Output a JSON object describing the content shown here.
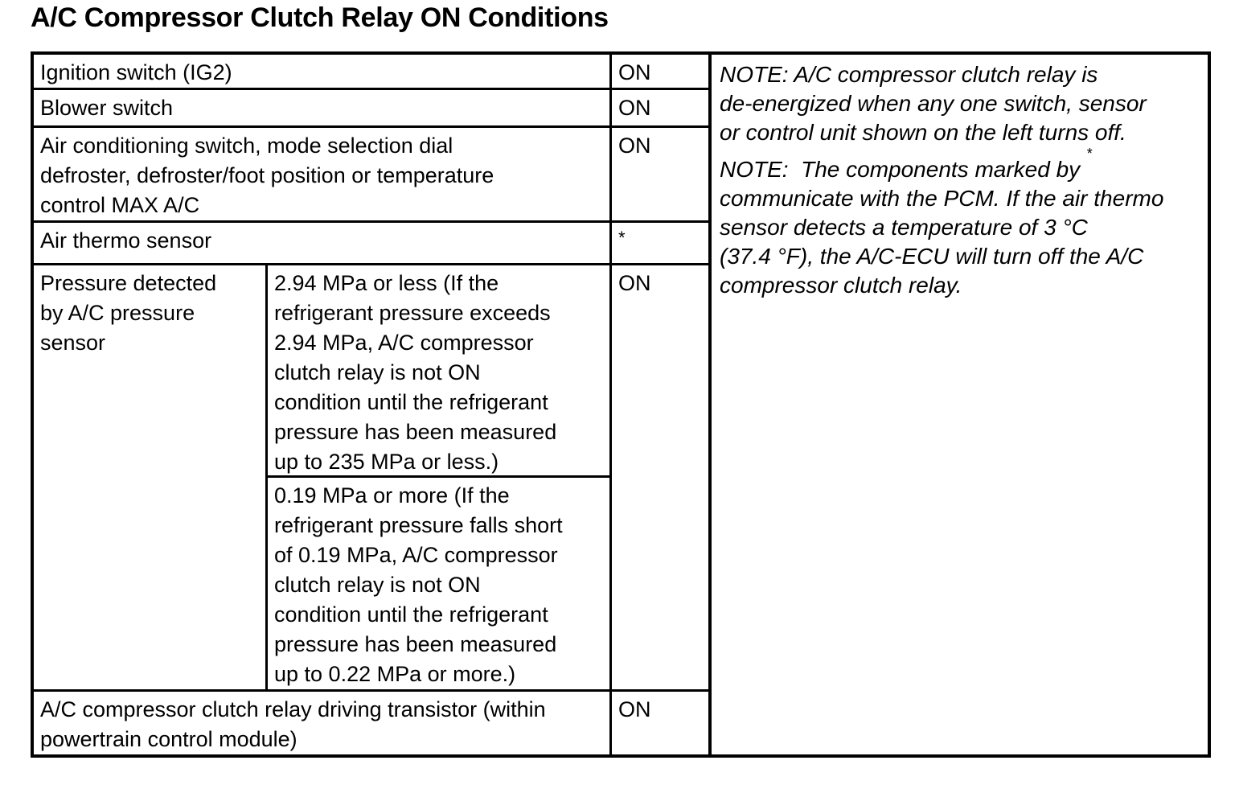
{
  "page_title": "A/C Compressor Clutch Relay ON Conditions",
  "table": {
    "rows": [
      {
        "label": "Ignition switch (IG2)",
        "state": "ON"
      },
      {
        "label": "Blower switch",
        "state": "ON"
      },
      {
        "label_lines": [
          "Air conditioning switch, mode selection dial",
          "defroster, defroster/foot position or temperature",
          "control MAX A/C"
        ],
        "state": "ON"
      },
      {
        "label": "Air thermo sensor",
        "state": "*"
      },
      {
        "label_lines": [
          "Pressure detected",
          "by A/C pressure",
          "sensor"
        ],
        "state": "ON",
        "conditions": [
          {
            "lines": [
              "2.94 MPa or less (If the",
              "refrigerant pressure exceeds",
              "2.94 MPa, A/C compressor",
              "clutch relay is not ON",
              "condition until the refrigerant",
              "pressure has been measured",
              "up to 235 MPa or less.)"
            ]
          },
          {
            "lines": [
              "0.19 MPa or more (If the",
              "refrigerant pressure falls short",
              "of 0.19 MPa, A/C compressor",
              "clutch relay is not ON",
              "condition until the refrigerant",
              "pressure has been measured",
              "up to 0.22 MPa or more.)"
            ]
          }
        ]
      },
      {
        "label_lines": [
          "A/C compressor clutch relay driving transistor (within",
          "powertrain control module)"
        ],
        "state": "ON"
      }
    ]
  },
  "notes": [
    {
      "lines": [
        "NOTE: A/C compressor clutch relay is",
        "de-energized when any one switch, sensor",
        "or control unit shown on the left turns off."
      ]
    },
    {
      "line1": "NOTE:  The components marked by ",
      "line1_sup": "*",
      "lines": [
        "communicate with the PCM. If the air thermo",
        "sensor detects a temperature of 3 °C",
        "(37.4 °F), the A/C-ECU will turn off the A/C",
        "compressor clutch relay."
      ]
    }
  ]
}
